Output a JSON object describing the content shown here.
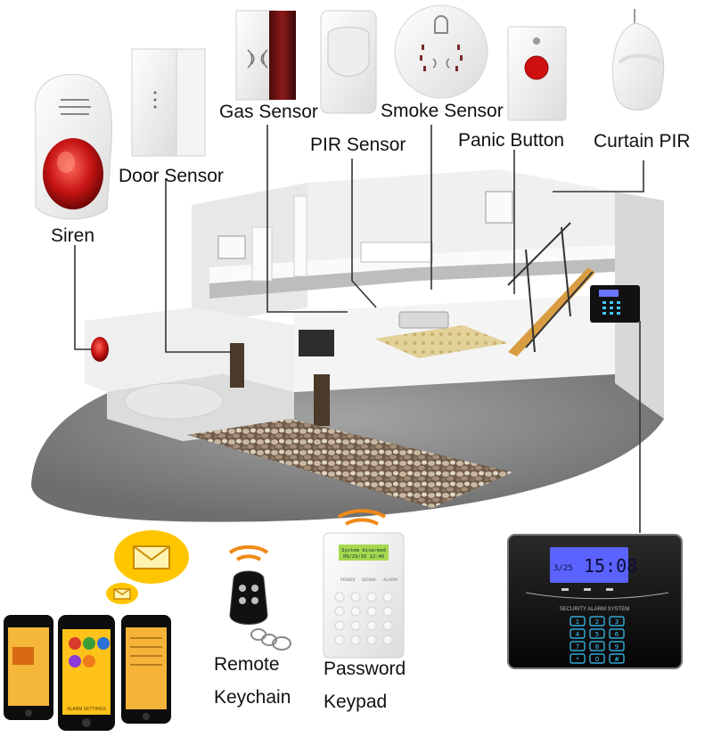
{
  "labels": {
    "siren": "Siren",
    "door_sensor": "Door Sensor",
    "gas_sensor": "Gas Sensor",
    "pir_sensor": "PIR Sensor",
    "smoke_sensor": "Smoke Sensor",
    "panic_button": "Panic Button",
    "curtain_pir": "Curtain PIR",
    "remote_keychain": [
      "Remote",
      "Keychain"
    ],
    "password_keypad": [
      "Password",
      "Keypad"
    ]
  },
  "alarm_panel": {
    "time": "15:08",
    "date": "3/25",
    "brand": "SECURITY ALARM SYSTEM",
    "keys": [
      "1",
      "2",
      "3",
      "4",
      "5",
      "6",
      "7",
      "8",
      "9",
      "*",
      "0",
      "#"
    ]
  },
  "keypad": {
    "screen_line1": "System disarmed",
    "screen_line2": "09/29/16 12:46",
    "status_labels": [
      "POWER",
      "SIGNAL",
      "ALARM"
    ]
  },
  "phone_app": {
    "footer": "ALARM SETTINGS"
  },
  "colors": {
    "siren_red": "#c61414",
    "panic_red": "#d01010",
    "lcd_blue": "#5a63ff",
    "key_glow": "#38c8ff",
    "wave_orange": "#f08a16",
    "envelope_yellow": "#ffc600",
    "floor_gray": "#8a8a8a"
  }
}
